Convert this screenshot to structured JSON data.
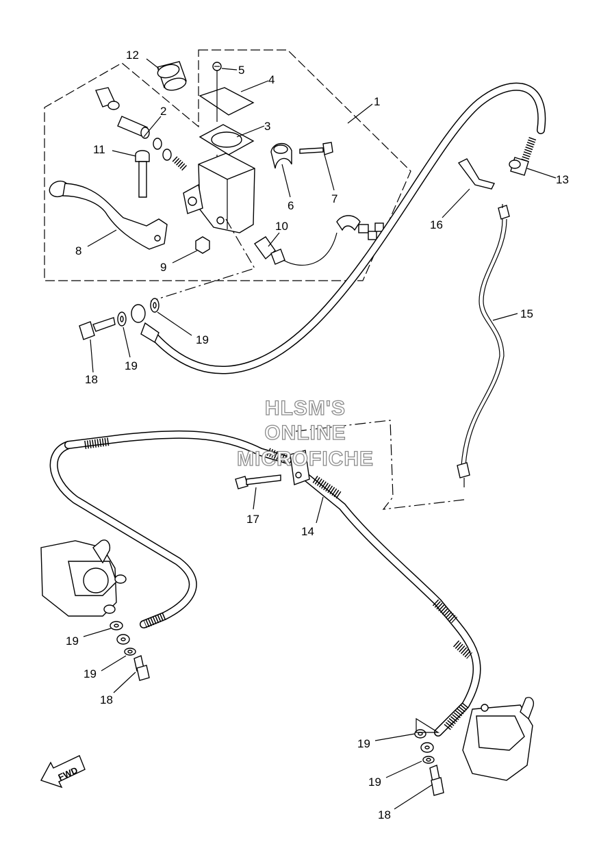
{
  "callouts": [
    "1",
    "2",
    "3",
    "4",
    "5",
    "6",
    "7",
    "8",
    "9",
    "10",
    "11",
    "12",
    "13",
    "14",
    "15",
    "16",
    "17",
    "18",
    "18",
    "18",
    "19",
    "19",
    "19",
    "19",
    "19",
    "19"
  ],
  "watermark": {
    "line1": "HLSM'S",
    "line2": "ONLINE",
    "line3": "MICROFICHE"
  },
  "direction_marker": "FWD"
}
